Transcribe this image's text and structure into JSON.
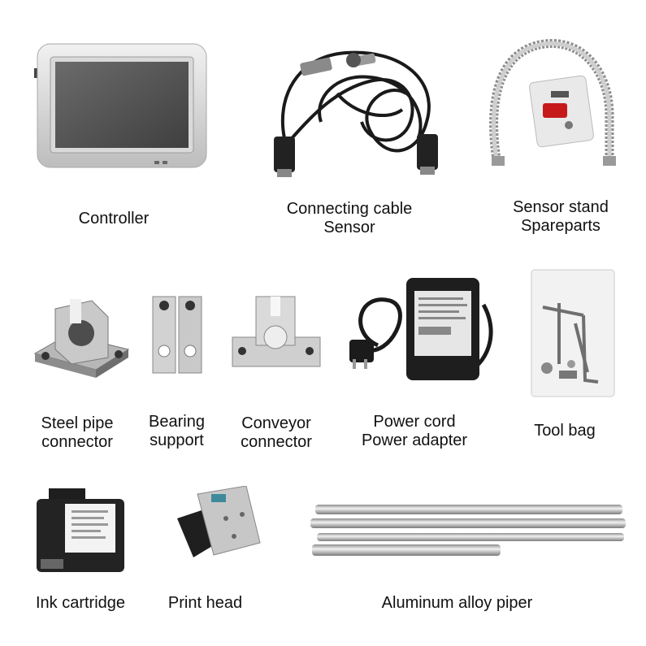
{
  "items": {
    "controller": {
      "lines": [
        "Controller"
      ]
    },
    "cable": {
      "lines": [
        "Connecting cable",
        "Sensor"
      ]
    },
    "stand": {
      "lines": [
        "Sensor stand",
        "Spareparts"
      ]
    },
    "steel": {
      "lines": [
        "Steel pipe",
        "connector"
      ]
    },
    "bearing": {
      "lines": [
        "Bearing",
        "support"
      ]
    },
    "conveyor": {
      "lines": [
        "Conveyor",
        "connector"
      ]
    },
    "power": {
      "lines": [
        "Power cord",
        "Power adapter"
      ]
    },
    "tool": {
      "lines": [
        "Tool bag"
      ]
    },
    "ink": {
      "lines": [
        "Ink cartridge"
      ]
    },
    "printhead": {
      "lines": [
        "Print head"
      ]
    },
    "pipes": {
      "lines": [
        "Aluminum alloy piper"
      ]
    }
  }
}
